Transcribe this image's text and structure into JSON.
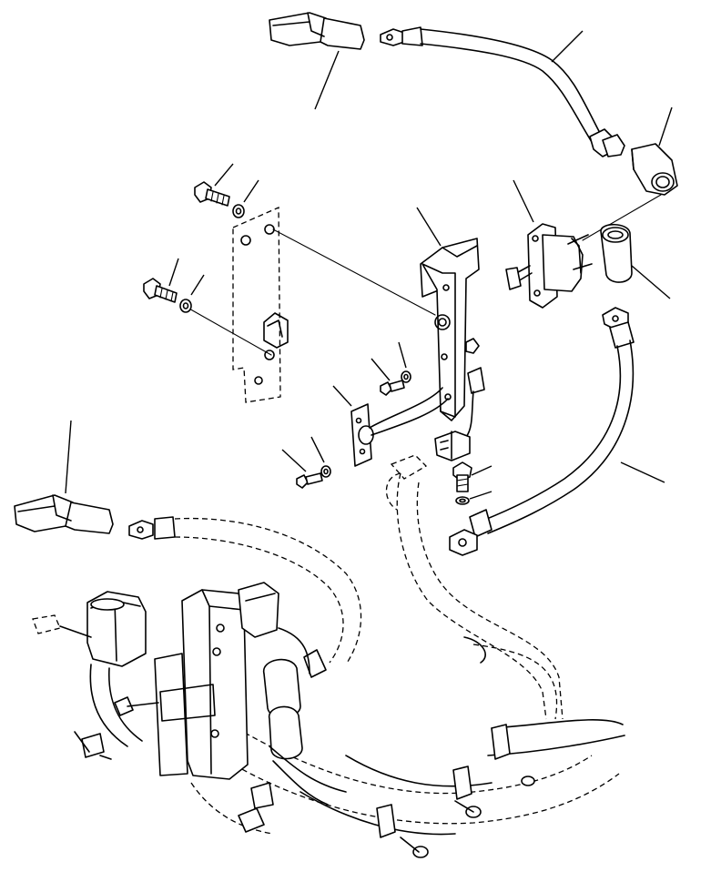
{
  "diagram": {
    "type": "exploded-parts-view",
    "labels_present": false,
    "components": [
      "upper-terminal-boot",
      "upper-battery-cable",
      "cable-end-cover",
      "disconnect-switch",
      "switch-terminal-cover",
      "mounting-bracket",
      "mounting-plate",
      "bolt-upper",
      "washer-upper",
      "bolt-lower",
      "washer-lower",
      "indicator-lamp",
      "lamp-screw",
      "lamp-washer",
      "bracket-screw",
      "bracket-washer",
      "wire-connector",
      "lower-battery-cable",
      "ground-bolt",
      "ground-washer",
      "lower-terminal-boot",
      "main-harness",
      "relay-assembly"
    ]
  }
}
